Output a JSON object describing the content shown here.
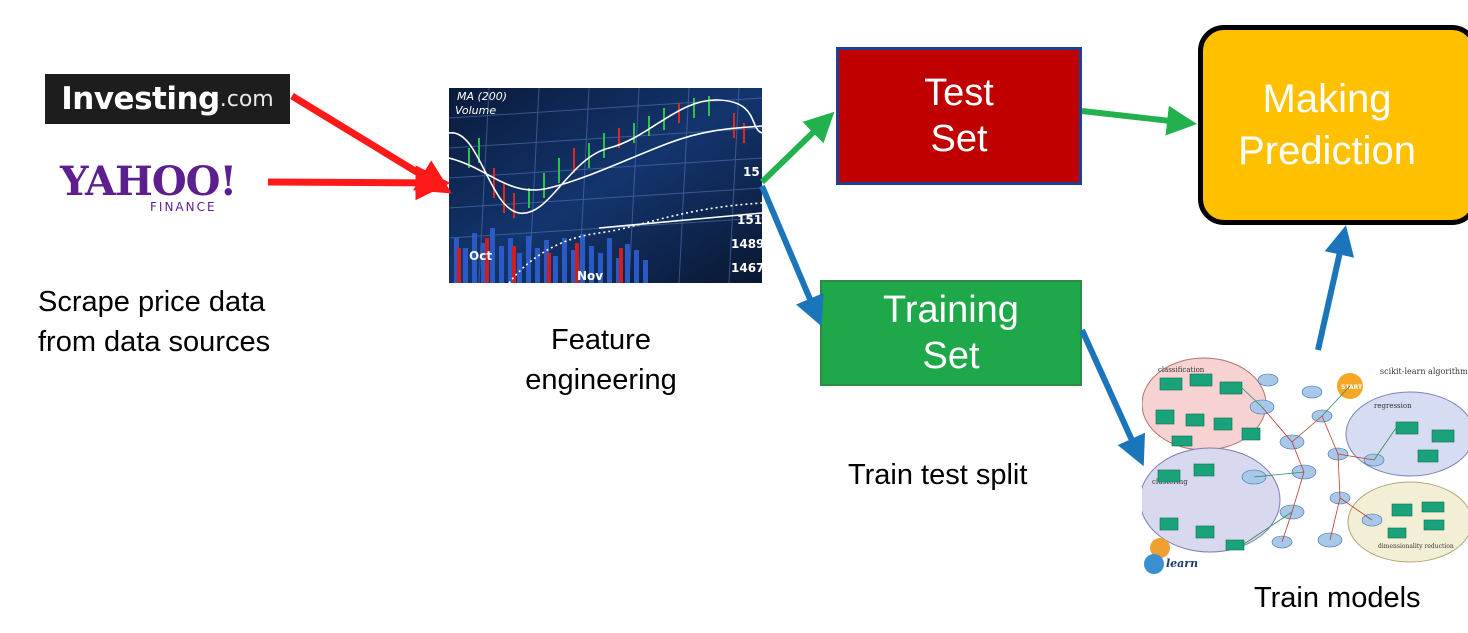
{
  "sources": {
    "investing_logo": {
      "main": "Investing",
      "suffix": ".com"
    },
    "yahoo_logo": {
      "main": "YAHOO!",
      "sub": "FINANCE"
    },
    "caption_line1": "Scrape price data",
    "caption_line2": "from data sources"
  },
  "feature": {
    "chart_labels": [
      "MA (200)",
      "Volume",
      "Oct",
      "Nov",
      "15",
      "151",
      "1489",
      "1467"
    ],
    "caption_line1": "Feature",
    "caption_line2": "engineering"
  },
  "split": {
    "test_label_line1": "Test",
    "test_label_line2": "Set",
    "train_label_line1": "Training",
    "train_label_line2": "Set",
    "caption": "Train test split"
  },
  "predict": {
    "label_line1": "Making",
    "label_line2": "Prediction"
  },
  "models": {
    "cheat_title": "scikit-learn algorithm cheat",
    "cluster_labels": [
      "classification",
      "regression",
      "clustering",
      "dimensionality reduction"
    ],
    "start_label": "START",
    "logo_text": "learn",
    "caption": "Train models"
  },
  "colors": {
    "red_arrow": "#ff1a1a",
    "green_arrow": "#22b14c",
    "blue_arrow": "#1b75bb",
    "test_box": "#c00000",
    "train_box": "#1ea84a",
    "predict_box": "#ffc000"
  }
}
